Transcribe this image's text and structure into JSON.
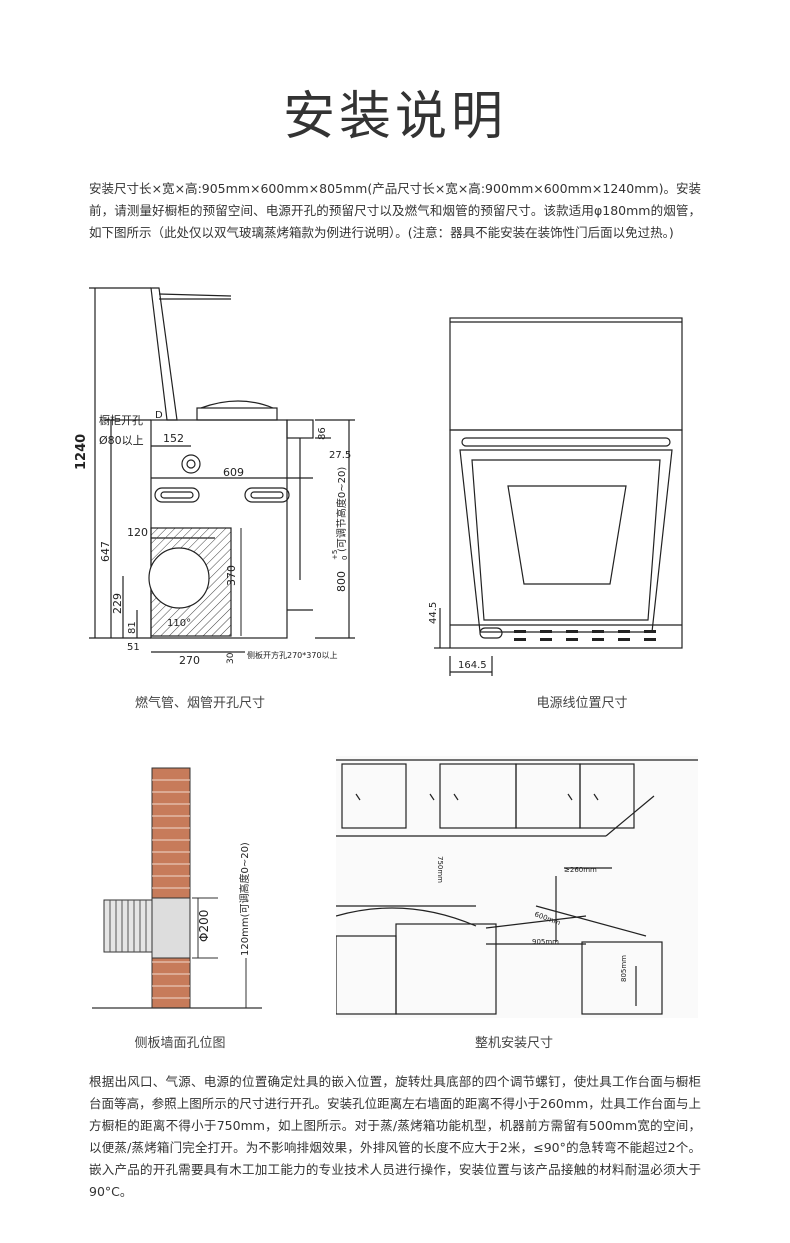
{
  "title": "安装说明",
  "intro": "安装尺寸长×宽×高:905mm×600mm×805mm(产品尺寸长×宽×高:900mm×600mm×1240mm)。安装前，请测量好橱柜的预留空间、电源开孔的预留尺寸以及燃气和烟管的预留尺寸。该款适用φ180mm的烟管，如下图所示（此处仅以双气玻璃蒸烤箱款为例进行说明）。(注意：器具不能安装在装饰性门后面以免过热。)",
  "diagrams": {
    "gas_pipe": {
      "caption": "燃气管、烟管开孔尺寸",
      "labels": {
        "h1240": "1240",
        "cabinet_hole": "橱柜开孔",
        "d80": "Ø80以上",
        "d152": "152",
        "d609": "609",
        "d86": "86",
        "d27_5": "27.5",
        "d120": "120",
        "d647": "647",
        "d370": "370",
        "d229": "229",
        "d81": "81",
        "d51": "51",
        "angle": "110°",
        "d270": "270",
        "d30": "30",
        "side_hole": "侧板开方孔270*370以上",
        "h800": "800",
        "h800_sup": "+5",
        "h800_sub": "0",
        "adjust": "(可调节高度0~20)",
        "mark_d": "D"
      }
    },
    "power_cord": {
      "caption": "电源线位置尺寸",
      "labels": {
        "d44_5": "44.5",
        "d164_5": "164.5"
      }
    },
    "wall_hole": {
      "caption": "侧板墙面孔位图",
      "labels": {
        "d200": "Φ200",
        "h120": "120mm(可调高度0~20)"
      }
    },
    "install": {
      "caption": "整机安装尺寸",
      "labels": {
        "d750": "750mm",
        "d260": "≥260mm",
        "d600": "600mm",
        "d905": "905mm",
        "d805": "805mm"
      }
    }
  },
  "notes": "根据出风口、气源、电源的位置确定灶具的嵌入位置，旋转灶具底部的四个调节螺钉，使灶具工作台面与橱柜台面等高，参照上图所示的尺寸进行开孔。安装孔位距离左右墙面的距离不得小于260mm，灶具工作台面与上方橱柜的距离不得小于750mm，如上图所示。对于蒸/蒸烤箱功能机型，机器前方需留有500mm宽的空间，以便蒸/蒸烤箱门完全打开。为不影响排烟效果，外排风管的长度不应大于2米，≤90°的急转弯不能超过2个。嵌入产品的开孔需要具有木工加工能力的专业技术人员进行操作，安装位置与该产品接触的材料耐温必须大于90°C。"
}
